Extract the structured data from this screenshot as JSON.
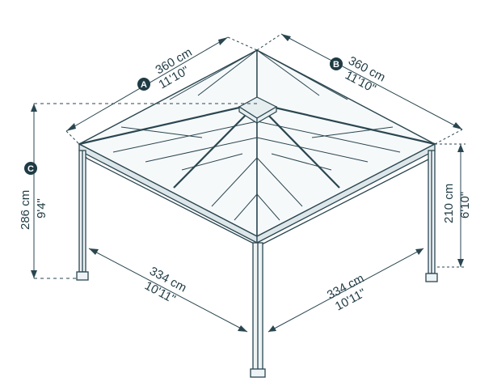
{
  "colors": {
    "line": "#2a4650",
    "frame": "#3c5862",
    "panel_fill": "#f6f9fa",
    "badge": "#1f3b44"
  },
  "dimensions": {
    "a": {
      "badge": "A",
      "metric": "360 cm",
      "imperial": "11'10\""
    },
    "b": {
      "badge": "B",
      "metric": "360 cm",
      "imperial": "11'10\""
    },
    "c": {
      "badge": "C",
      "metric": "286 cm",
      "imperial": "9'4\""
    },
    "wall_height": {
      "metric": "210 cm",
      "imperial": "6'10\""
    },
    "base_left": {
      "metric": "334 cm",
      "imperial": "10'11\""
    },
    "base_right": {
      "metric": "334 cm",
      "imperial": "10'11\""
    }
  }
}
